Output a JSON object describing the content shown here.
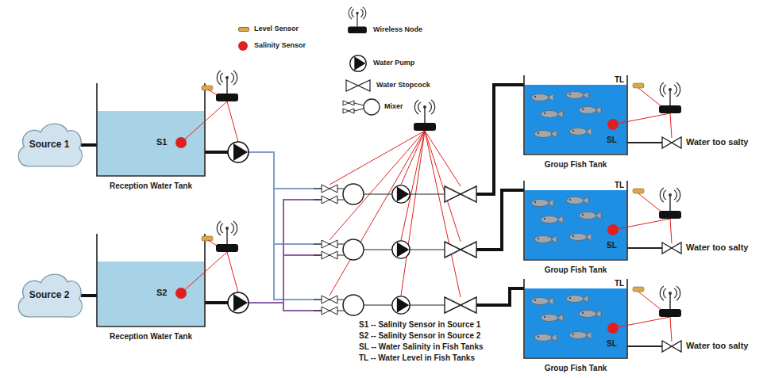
{
  "diagram": {
    "nodes": [
      {
        "text": [
          "Source 1"
        ]
      },
      {
        "text": [
          "Reception Water Tank"
        ]
      },
      {
        "text": [
          "Source 2"
        ]
      },
      {
        "text": [
          "Reception Water Tank"
        ]
      },
      {
        "text": [
          "Group Fish Tank"
        ]
      },
      {
        "text": [
          "Group Fish Tank"
        ]
      },
      {
        "text": [
          "Group Fish Tank"
        ]
      }
    ],
    "edges": [
      {
        "from": 0,
        "to": 1,
        "arrow": "none"
      },
      {
        "from": 2,
        "to": 3,
        "arrow": "none"
      },
      {
        "from": 1,
        "to": 4,
        "arrow": "none"
      },
      {
        "from": 1,
        "to": 5,
        "arrow": "none"
      },
      {
        "from": 1,
        "to": 6,
        "arrow": "none"
      },
      {
        "from": 3,
        "to": 4,
        "arrow": "none"
      },
      {
        "from": 3,
        "to": 5,
        "arrow": "none"
      },
      {
        "from": 3,
        "to": 6,
        "arrow": "none"
      }
    ],
    "labels": [
      "S1",
      "S2",
      "TL",
      "SL",
      "Water too salty",
      "TL",
      "SL",
      "Water too salty",
      "TL",
      "SL",
      "Water too salty",
      "S1 -- Salinity Sensor in Source 1",
      "S2 -- Salinity Sensor in Source 2",
      "SL -- Water Salinity in Fish Tanks",
      "TL -- Water Level in Fish Tanks"
    ],
    "legend": [
      {
        "text": "Level Sensor",
        "color": "#d8a84a"
      },
      {
        "text": "Salinity Sensor",
        "color": "#e02020"
      },
      {
        "text": "Wireless Node"
      },
      {
        "text": "Water Pump"
      },
      {
        "text": "Water Stopcock"
      },
      {
        "text": "Mixer"
      }
    ]
  }
}
